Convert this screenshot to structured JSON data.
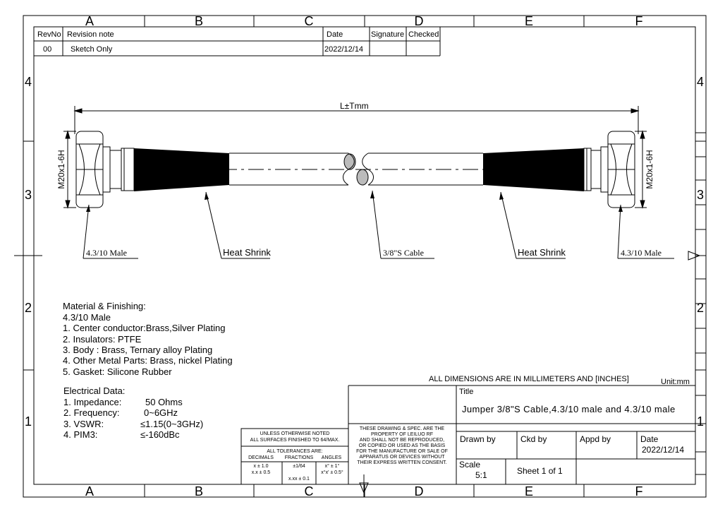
{
  "zones": {
    "columns": [
      "A",
      "B",
      "C",
      "D",
      "E",
      "F"
    ],
    "rows": [
      "4",
      "3",
      "2",
      "1"
    ]
  },
  "revision_table": {
    "headers": {
      "rev_no": "RevNo",
      "note": "Revision note",
      "date": "Date",
      "signature": "Signature",
      "checked": "Checked"
    },
    "row": {
      "rev_no": "00",
      "note": "Sketch Only",
      "date": "2022/12/14"
    }
  },
  "drawing": {
    "length_label": "L±Tmm",
    "thread_left": "M20x1-6H",
    "thread_right": "M20x1-6H",
    "callouts": {
      "left_connector": "4.3/10 Male",
      "left_shrink": "Heat Shrink",
      "cable": "3/8\"S Cable",
      "right_shrink": "Heat Shrink",
      "right_connector": "4.3/10 Male"
    }
  },
  "material": {
    "title": "Material & Finishing:",
    "lines": [
      "4.3/10 Male",
      "1. Center conductor:Brass,Silver Plating",
      "2. Insulators: PTFE",
      "3. Body :  Brass, Ternary alloy Plating",
      "4. Other Metal Parts: Brass, nickel Plating",
      "5.  Gasket: Silicone Rubber"
    ]
  },
  "electrical": {
    "title": "Electrical Data:",
    "items": [
      {
        "name": "1. Impedance:",
        "value": "50 Ohms"
      },
      {
        "name": "2. Frequency:",
        "value": "0~6GHz"
      },
      {
        "name": "3. VSWR:",
        "value": "≤1.15(0~3GHz)"
      },
      {
        "name": "4. PIM3:",
        "value": "≤-160dBc"
      }
    ]
  },
  "tolerance_block": {
    "line1": "UNLESS OTHERWISE NOTED",
    "line2": "ALL SURFACES FINISHED TO 64/MAX.",
    "line3": "ALL TOLERANCES ARE:",
    "col_decimals": "DECIMALS",
    "col_fractions": "FRACTIONS",
    "col_angles": "ANGLES",
    "dec1": "x  ± 1.0",
    "dec2": "x.x ± 0.5",
    "frac": "±1/64",
    "ang1": "x°  ± 1°",
    "ang2": "x°x' ± 0.5°",
    "xxx": "x.xx ± 0.1"
  },
  "property_block": {
    "lines": [
      "THESE DRAWING & SPEC. ARE THE",
      "PROPERTY OF LEILUO RF",
      "AND SHALL NOT BE REPRODUCED,",
      "OR COPIED OR USED AS THE BASIS",
      "FOR THE MANUFACTURE OR SALE OF",
      "APPARATUS OR DEVICES WITHOUT",
      "THEIR EXPRESS WRITTEN CONSENT."
    ]
  },
  "title_block": {
    "dims_note": "ALL DIMENSIONS ARE IN MILLIMETERS AND [INCHES]",
    "unit": "Unit:mm",
    "title_label": "Title",
    "title_value": "Jumper 3/8\"S Cable,4.3/10 male and 4.3/10 male",
    "drawn_by": "Drawn by",
    "ckd_by": "Ckd by",
    "appd_by": "Appd by",
    "date_label": "Date",
    "date_value": "2022/12/14",
    "scale_label": "Scale",
    "scale_value": "5:1",
    "sheet": "Sheet 1 of 1"
  }
}
